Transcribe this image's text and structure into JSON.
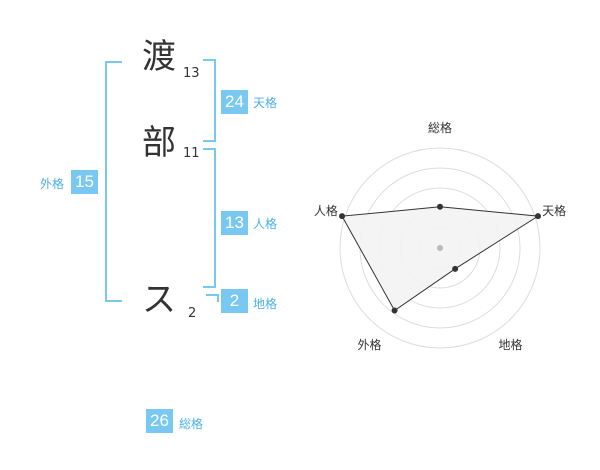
{
  "name": {
    "chars": [
      {
        "char": "渡",
        "strokes": "13"
      },
      {
        "char": "部",
        "strokes": "11"
      },
      {
        "char": "ス",
        "strokes": "2"
      }
    ]
  },
  "kaku": {
    "tenkaku": {
      "value": "24",
      "label": "天格"
    },
    "jinkaku": {
      "value": "13",
      "label": "人格"
    },
    "chikaku": {
      "value": "2",
      "label": "地格"
    },
    "gaikaku": {
      "value": "15",
      "label": "外格"
    },
    "soukaku": {
      "value": "26",
      "label": "総格"
    }
  },
  "chart_data": {
    "type": "radar",
    "axes": [
      "総格",
      "天格",
      "地格",
      "外格",
      "人格"
    ],
    "values": [
      0.4,
      1.0,
      0.25,
      0.75,
      1.0
    ],
    "range": [
      0,
      1
    ],
    "rings": 4,
    "colors": {
      "fill": "#f3f3f3",
      "line": "#333333",
      "grid": "#dddddd",
      "center": "#bbbbbb"
    }
  },
  "colors": {
    "accent": "#79c8f2",
    "accent_text": "#4ab0e8",
    "text": "#333333"
  }
}
